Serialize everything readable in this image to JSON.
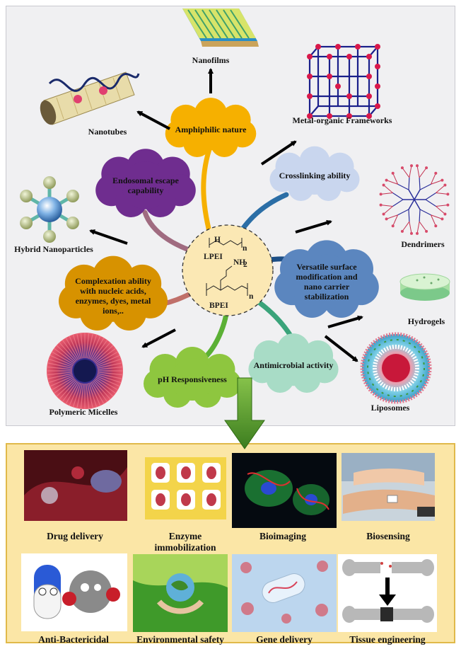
{
  "center": {
    "top_label": "LPEI",
    "bottom_label": "BPEI",
    "amine_label": "NH",
    "amine_subscript": "2",
    "h_label": "H",
    "n_subscript": "n"
  },
  "properties": [
    {
      "lines": [
        "Amphiphilic nature"
      ],
      "color": "#f6b000"
    },
    {
      "lines": [
        "Endosomal escape",
        "capability"
      ],
      "color": "#6f2d8f"
    },
    {
      "lines": [
        "Crosslinking ability"
      ],
      "color": "#c9d6ee"
    },
    {
      "lines": [
        "Versatile surface",
        "modification and",
        "nano carrier",
        "stabilization"
      ],
      "color": "#5b86bf"
    },
    {
      "lines": [
        "Complexation ability",
        "with nucleic acids,",
        "enzymes, dyes, metal",
        "ions,.."
      ],
      "color": "#d79200"
    },
    {
      "lines": [
        "Antimicrobial activity"
      ],
      "color": "#a8dcc6"
    },
    {
      "lines": [
        "pH Responsiveness"
      ],
      "color": "#8ec63f"
    }
  ],
  "nanostructures": [
    "Nanofilms",
    "Metal-organic Frameworks",
    "Nanotubes",
    "Dendrimers",
    "Hybrid Nanoparticles",
    "Hydrogels",
    "Polymeric Micelles",
    "Liposomes"
  ],
  "applications": [
    "Drug delivery",
    [
      "Enzyme",
      "immobilization"
    ],
    "Bioimaging",
    "Biosensing",
    "Anti-Bactericidal",
    "Environmental safety",
    "Gene delivery",
    "Tissue engineering"
  ]
}
